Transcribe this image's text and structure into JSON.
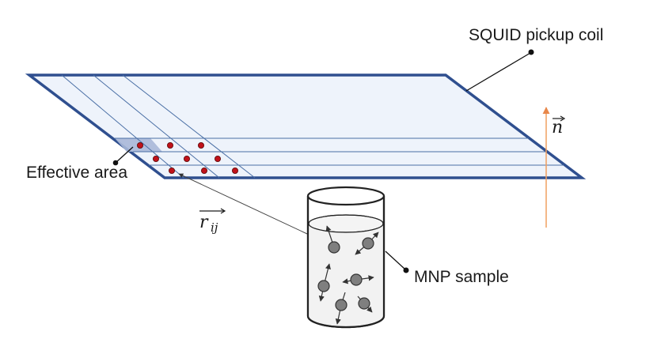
{
  "labels": {
    "pickup_coil": "SQUID pickup coil",
    "effective_area": "Effective area",
    "sample": "MNP sample",
    "normal_vector": "n",
    "distance_vector_base": "r",
    "distance_vector_sub": "ij"
  },
  "colors": {
    "coil_border": "#2f4f8f",
    "coil_fill": "#eef3fb",
    "coil_lines": "#4a6fa5",
    "effective_area_fill": "#a9b8d8",
    "red_particles": "#c0121a",
    "particle_gray": "#7f7f7f",
    "normal_arrow": "#f0a060",
    "liquid": "#f0f0f0"
  }
}
